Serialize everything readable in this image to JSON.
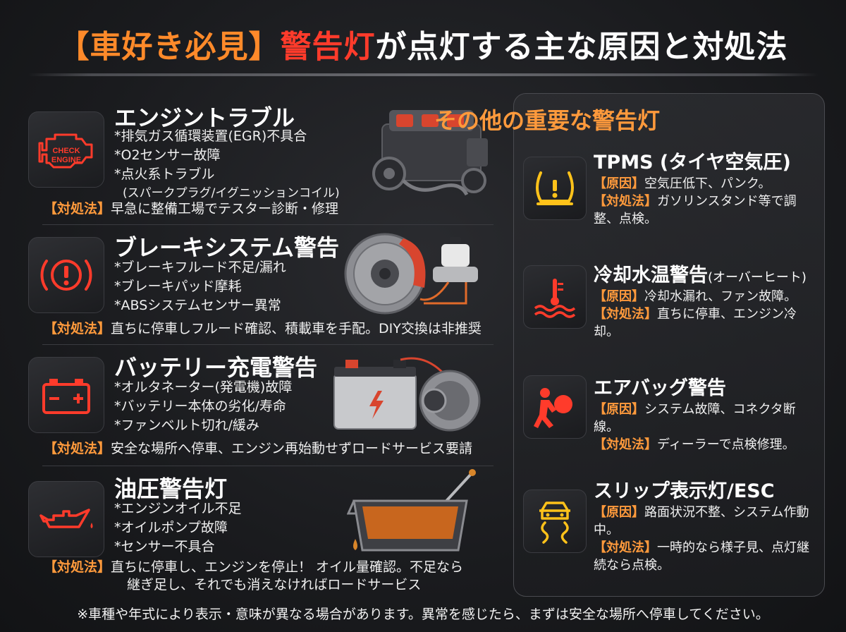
{
  "header": {
    "bracket_text": "【車好き必見】",
    "accent_text": "警告灯",
    "rest_text": "が点灯する主な原因と対処法"
  },
  "sections": [
    {
      "title": "エンジントラブル",
      "icon_text_1": "CHECK",
      "icon_text_2": "ENGINE",
      "bullets": [
        "*排気ガス循環装置(EGR)不具合",
        "*O2センサー故障",
        "*点火系トラブル"
      ],
      "sub": "(スパークプラグ/イグニッションコイル)",
      "action_tag": "【対処法】",
      "action": "早急に整備工場でテスター診断・修理"
    },
    {
      "title": "ブレーキシステム警告",
      "bullets": [
        "*ブレーキフルード不足/漏れ",
        "*ブレーキパッド摩耗",
        "*ABSシステムセンサー異常"
      ],
      "action_tag": "【対処法】",
      "action": "直ちに停車しフルード確認、積載車を手配。DIY交換は非推奨"
    },
    {
      "title": "バッテリー充電警告",
      "bullets": [
        "*オルタネーター(発電機)故障",
        "*バッテリー本体の劣化/寿命",
        "*ファンベルト切れ/緩み"
      ],
      "action_tag": "【対処法】",
      "action": "安全な場所へ停車、エンジン再始動せずロードサービス要請"
    },
    {
      "title": "油圧警告灯",
      "bullets": [
        "*エンジンオイル不足",
        "*オイルポンプ故障",
        "*センサー不具合"
      ],
      "action_tag": "【対処法】",
      "action_line1": "直ちに停車し、エンジンを停止！ オイル量確認。不足なら",
      "action_line2": "継ぎ足し、それでも消えなければロードサービス"
    }
  ],
  "panel": {
    "title": "その他の重要な警告灯",
    "items": [
      {
        "title": "TPMS (タイヤ空気圧)",
        "cause_tag": "【原因】",
        "cause": "空気圧低下、パンク。",
        "action_tag": "【対処法】",
        "action": "ガソリンスタンド等で調整、点検。"
      },
      {
        "title": "冷却水温警告",
        "title_small": "(オーバーヒート)",
        "cause_tag": "【原因】",
        "cause": "冷却水漏れ、ファン故障。",
        "action_tag": "【対処法】",
        "action": "直ちに停車、エンジン冷却。"
      },
      {
        "title": "エアバッグ警告",
        "cause_tag": "【原因】",
        "cause": "システム故障、コネクタ断線。",
        "action_tag": "【対処法】",
        "action": "ディーラーで点検修理。"
      },
      {
        "title": "スリップ表示灯/ESC",
        "cause_tag": "【原因】",
        "cause": "路面状況不整、システム作動中。",
        "action_tag": "【対処法】",
        "action": "一時的なら様子見、点灯継続なら点検。"
      }
    ]
  },
  "footer": {
    "note": "※車種や年式により表示・意味が異なる場合があります。異常を感じたら、まずは安全な場所へ停車してください。"
  },
  "colors": {
    "red": "#ff3b2b",
    "orange": "#ff9a3c",
    "yellow": "#ffc21a",
    "background": "#1c1d20"
  }
}
